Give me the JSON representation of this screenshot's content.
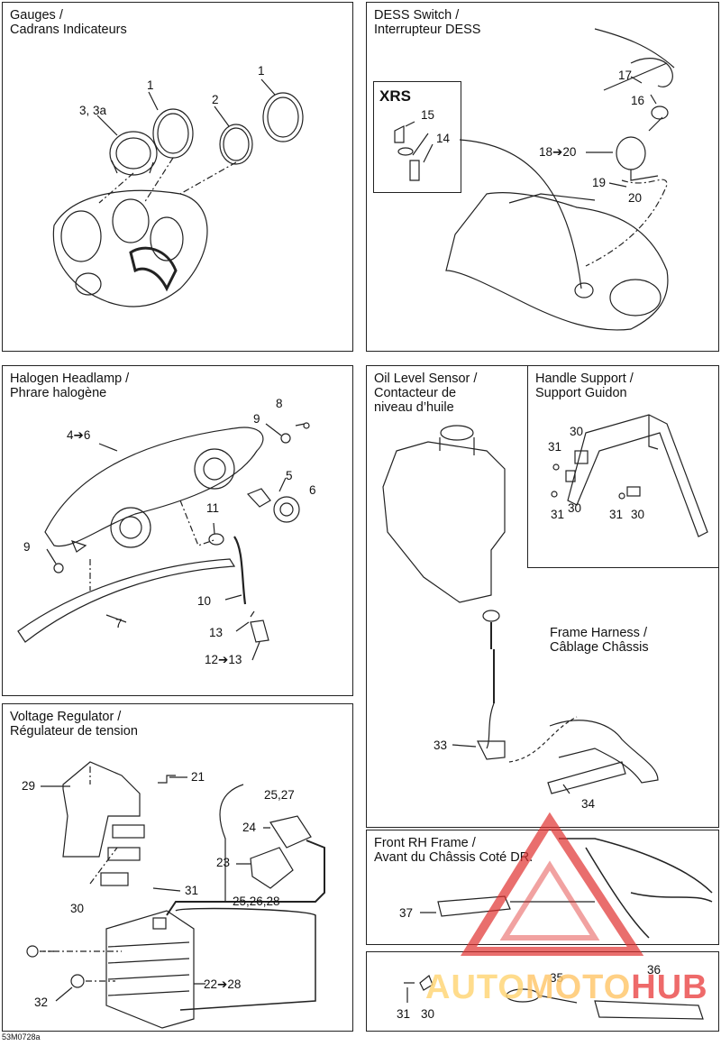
{
  "panels": {
    "gauges": {
      "title": "Gauges /\nCadrans Indicateurs"
    },
    "dess": {
      "title": "DESS Switch /\nInterrupteur DESS",
      "inset_title": "XRS"
    },
    "headlamp": {
      "title": "Halogen Headlamp /\nPhrare halogène"
    },
    "oil": {
      "title": "Oil Level Sensor /\nContacteur de\nniveau d’huile"
    },
    "handle": {
      "title": "Handle Support /\nSupport Guidon"
    },
    "harness": {
      "title": "Frame Harness /\nCâblage Châssis"
    },
    "voltage": {
      "title": "Voltage Regulator /\nRégulateur de tension"
    },
    "frontrh": {
      "title": "Front RH Frame  /\nAvant du Châssis Coté DR."
    }
  },
  "callouts": {
    "g_3": "3, 3a",
    "g_1a": "1",
    "g_2": "2",
    "g_1b": "1",
    "d_15": "15",
    "d_14": "14",
    "d_17": "17",
    "d_16": "16",
    "d_1820": "18➔20",
    "d_19": "19",
    "d_20": "20",
    "h_8": "8",
    "h_9a": "9",
    "h_46": "4➔6",
    "h_5": "5",
    "h_6": "6",
    "h_11": "11",
    "h_9b": "9",
    "h_7": "7",
    "h_10": "10",
    "h_13": "13",
    "h_1213": "12➔13",
    "o_33": "33",
    "o_34": "34",
    "s_30a": "30",
    "s_31a": "31",
    "s_31b": "31",
    "s_30b": "30",
    "s_31c": "31",
    "s_30c": "30",
    "v_29": "29",
    "v_21": "21",
    "v_2527": "25,27",
    "v_24": "24",
    "v_23": "23",
    "v_252628": "25,26,28",
    "v_31": "31",
    "v_30": "30",
    "v_2228": "22➔28",
    "v_32": "32",
    "f_37": "37",
    "b_31": "31",
    "b_30": "30",
    "b_35": "35",
    "b_36": "36"
  },
  "drawing_code": "53M0728a",
  "watermark": {
    "part1": "AUTO",
    "part2": "MOTO",
    "part3": "HUB",
    "color": "#e0302f"
  },
  "colors": {
    "line": "#222222",
    "accent": "#e0302f"
  }
}
